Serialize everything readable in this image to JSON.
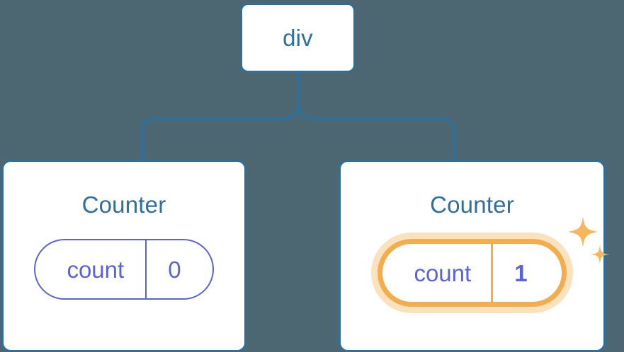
{
  "diagram": {
    "type": "component-tree",
    "background_color": "#4c6771",
    "node_border_color": "#2e7099",
    "node_text_color": "#2d6f9e",
    "state_color": "#5b63d8",
    "highlight_color": "#f3ad4c",
    "highlight_glow_color": "#f7be72"
  },
  "root": {
    "label": "div"
  },
  "children": [
    {
      "title": "Counter",
      "state": {
        "key": "count",
        "value": "0",
        "highlighted": false
      }
    },
    {
      "title": "Counter",
      "state": {
        "key": "count",
        "value": "1",
        "highlighted": true
      },
      "sparkle_icon": "sparkles-icon"
    }
  ]
}
